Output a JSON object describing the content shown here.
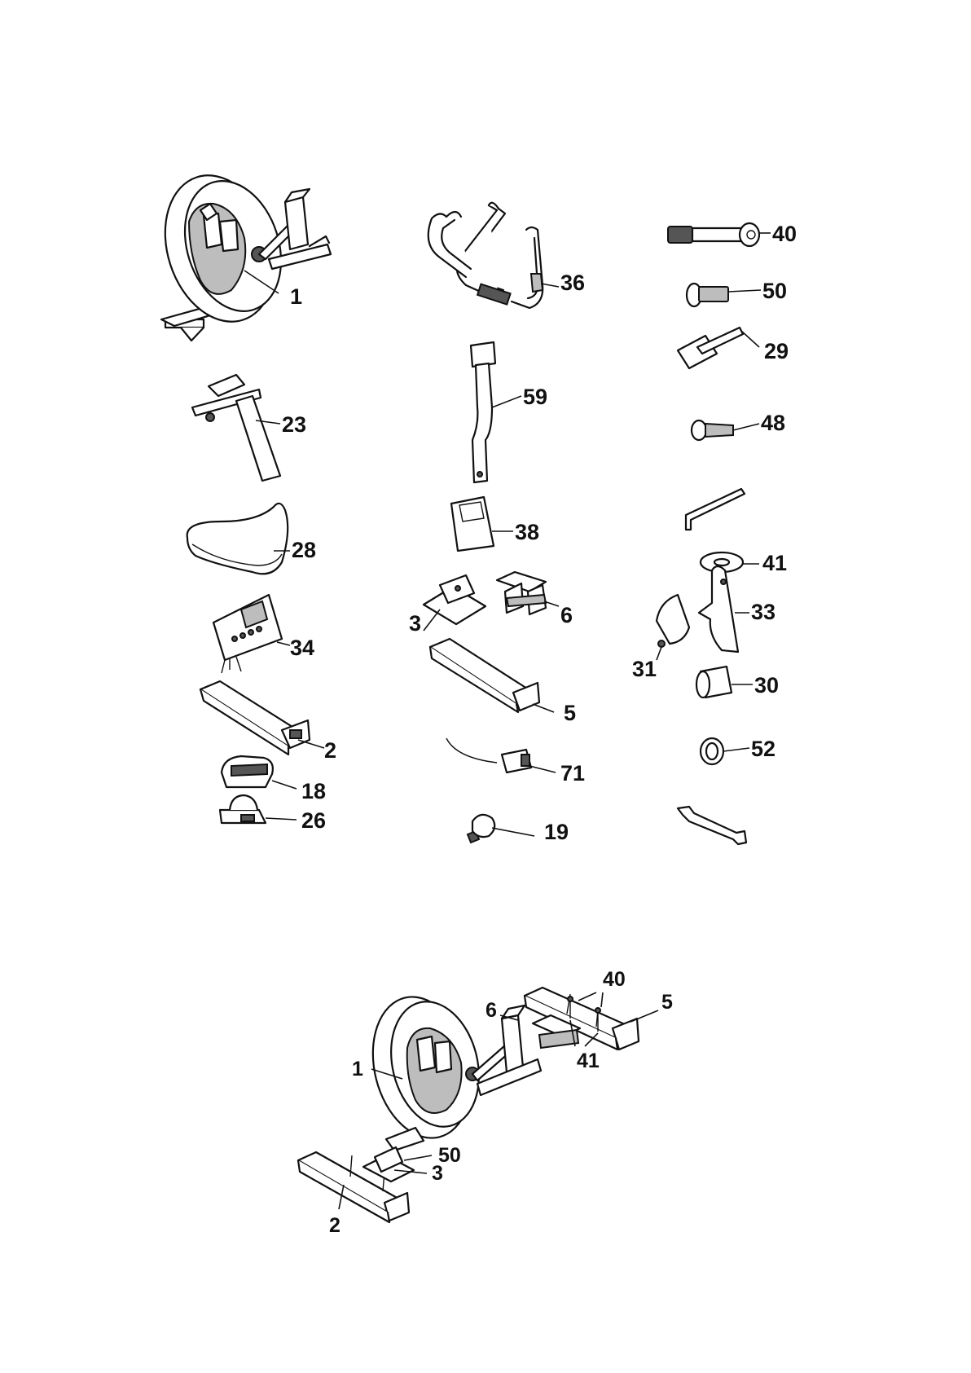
{
  "parts_sheet": {
    "labels": {
      "p1": "1",
      "p36": "36",
      "p40": "40",
      "p50": "50",
      "p29": "29",
      "p23": "23",
      "p59": "59",
      "p48": "48",
      "p28": "28",
      "p38": "38",
      "p41": "41",
      "p3": "3",
      "p6": "6",
      "p33": "33",
      "p34": "34",
      "p31": "31",
      "p30": "30",
      "p2": "2",
      "p5": "5",
      "p52": "52",
      "p18": "18",
      "p71": "71",
      "p26": "26",
      "p19": "19"
    }
  },
  "assembly": {
    "labels": {
      "p40": "40",
      "p5": "5",
      "p6": "6",
      "p41": "41",
      "p1": "1",
      "p50": "50",
      "p3": "3",
      "p2": "2"
    }
  },
  "colors": {
    "line": "#111111",
    "background": "#ffffff",
    "fill_dark": "#555555",
    "fill_gray": "#bdbdbd"
  }
}
